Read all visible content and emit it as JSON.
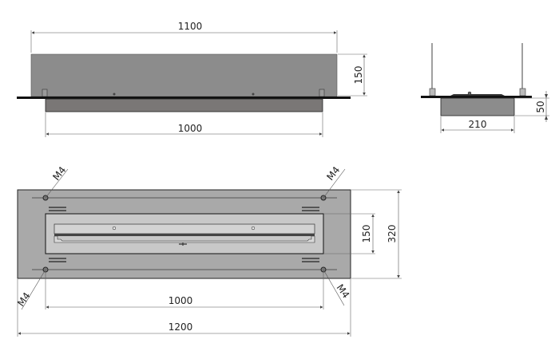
{
  "drawing": {
    "front_view": {
      "glass_width_label": "1100",
      "glass_height_label": "150",
      "burner_width_label": "1000"
    },
    "side_view": {
      "body_width_label": "210",
      "body_height_label": "50"
    },
    "top_view": {
      "thread_top_left": "M4",
      "thread_top_right": "M4",
      "thread_bottom_left": "M4",
      "thread_bottom_right": "M4",
      "opening_height_label": "150",
      "plate_height_label": "320",
      "hole_spacing_label": "1000",
      "plate_width_label": "1200"
    },
    "colors": {
      "glass": "#8c8c8c",
      "body": "#7a7776",
      "plate": "#a9a9a9",
      "opening": "#c8c8c8",
      "line": "#1a1a1a",
      "dim_line": "#555555"
    }
  }
}
